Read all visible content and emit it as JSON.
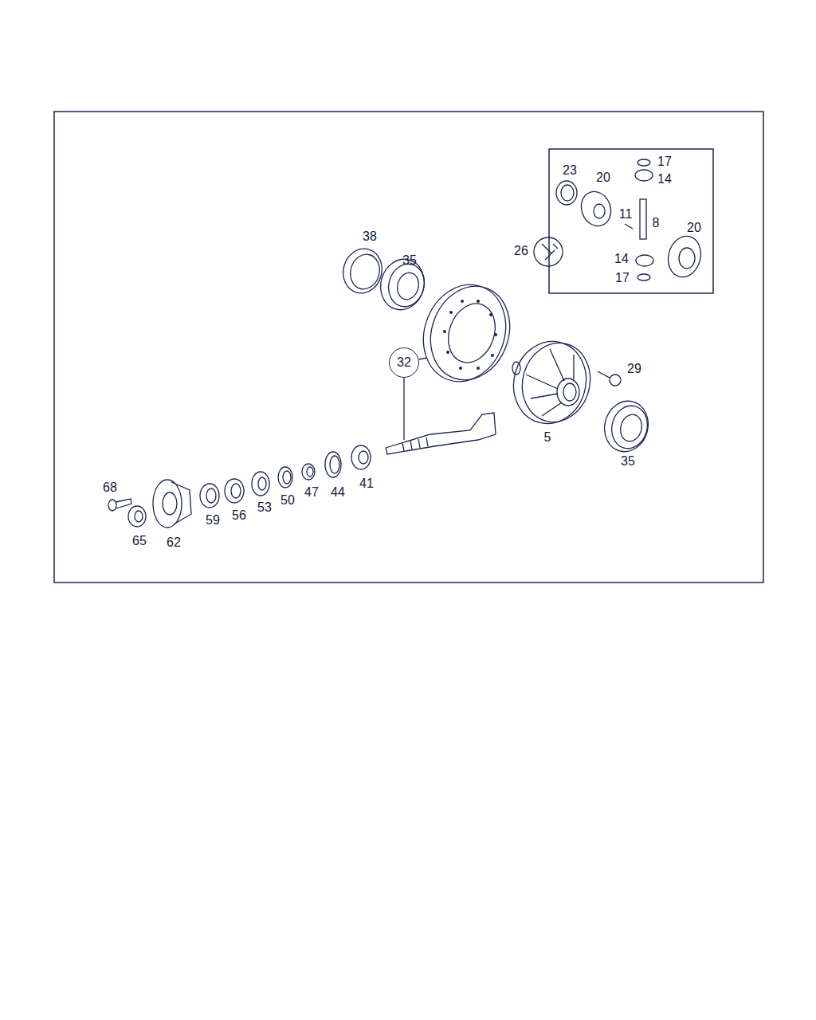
{
  "diagram": {
    "nodes": [
      {
        "text": [
          "32"
        ]
      }
    ],
    "labels": [
      "17",
      "23",
      "20",
      "14",
      "11",
      "8",
      "20",
      "38",
      "26",
      "14",
      "35",
      "17",
      "29",
      "5",
      "35",
      "41",
      "68",
      "47",
      "44",
      "50",
      "53",
      "56",
      "59",
      "65",
      "62"
    ]
  }
}
